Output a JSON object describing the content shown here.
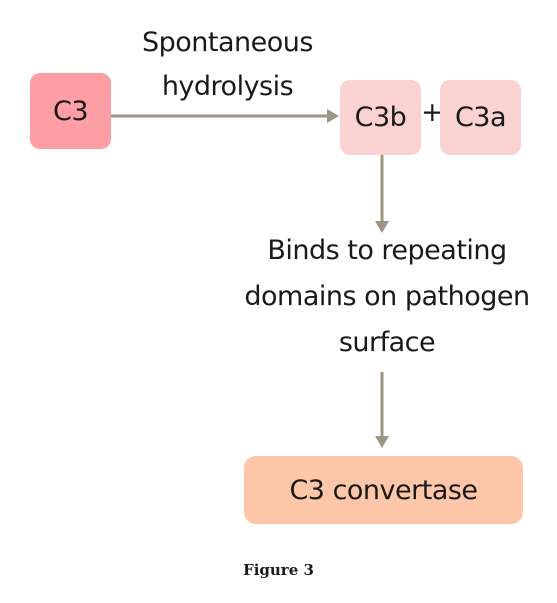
{
  "nodes": {
    "c3": "C3",
    "c3b": "C3b",
    "plus": "+",
    "c3a": "C3a",
    "convertase": "C3 convertase"
  },
  "labels": {
    "hydrolysis_line1": "Spontaneous",
    "hydrolysis_line2": "hydrolysis",
    "binds_line1": "Binds to repeating",
    "binds_line2": "domains on pathogen",
    "binds_line3": "surface"
  },
  "caption": "Figure 3",
  "colors": {
    "c3_box": "#fc9ea3",
    "c3b_box": "#fad2d2",
    "c3a_box": "#fad2d2",
    "convertase_box": "#fec6a8",
    "arrow": "#9e9482"
  }
}
